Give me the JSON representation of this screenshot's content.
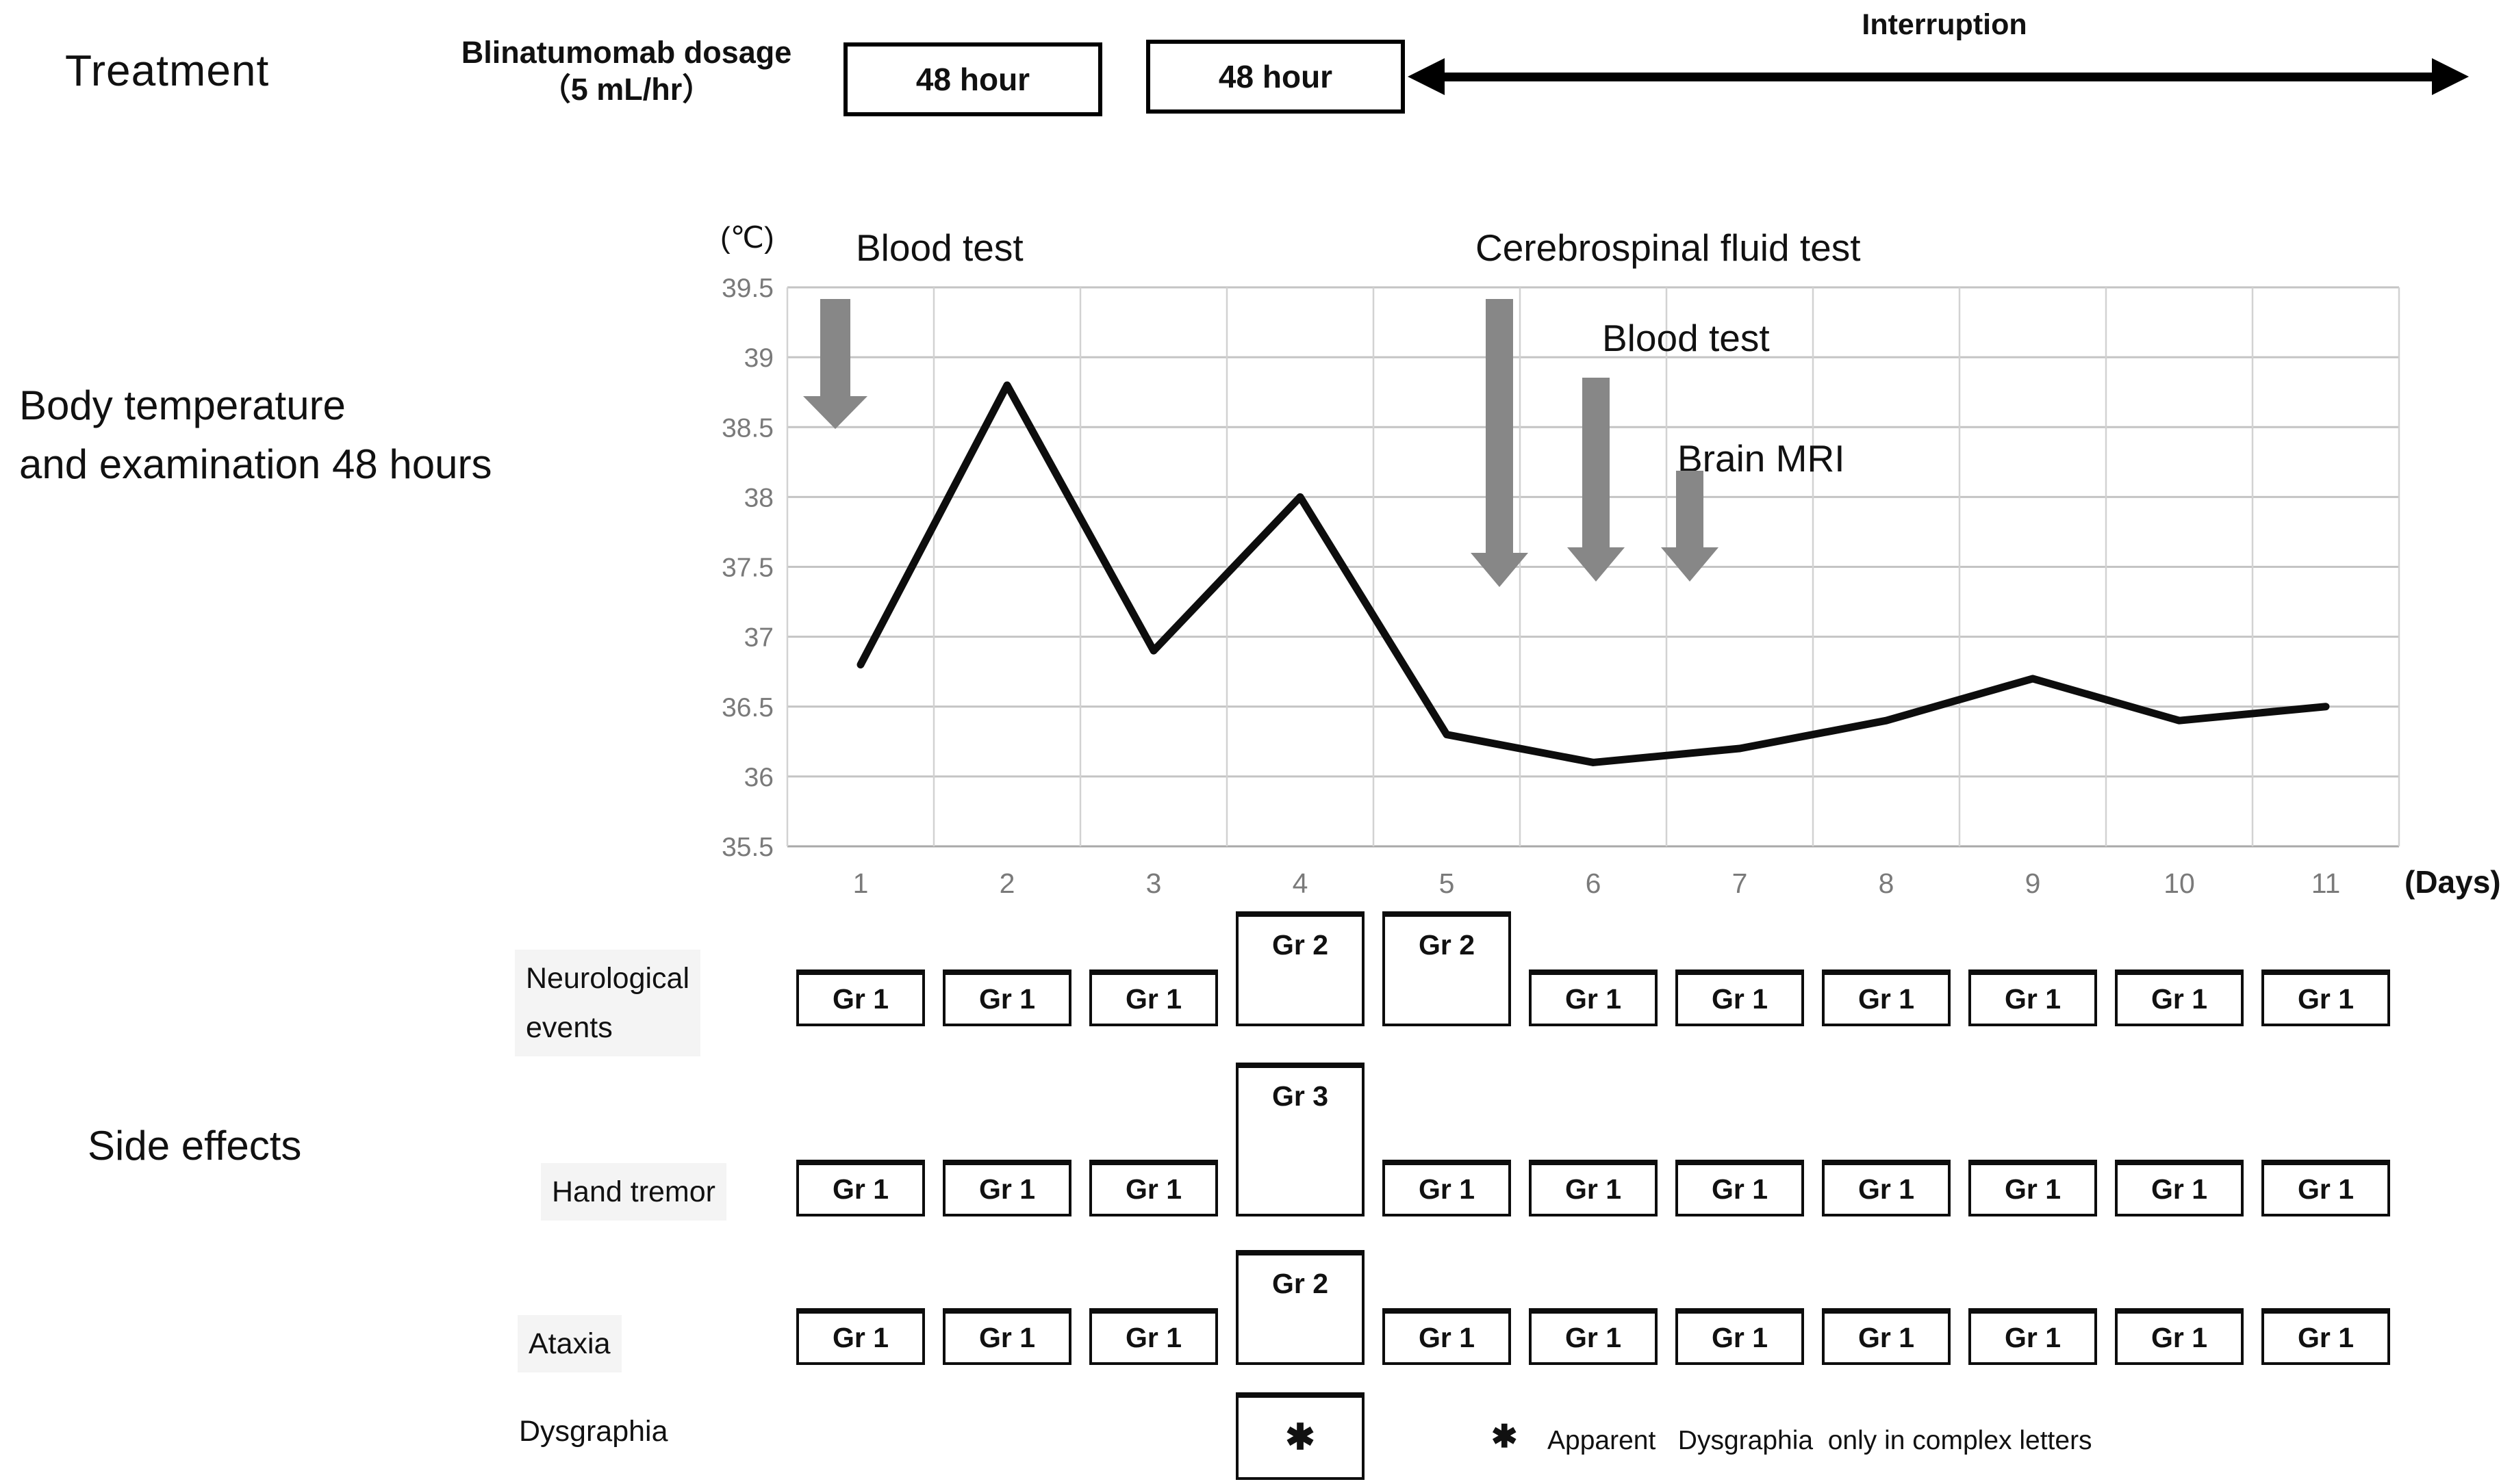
{
  "treatment": {
    "section_label": "Treatment",
    "dosage_label_line1": "Blinatumomab dosage",
    "dosage_label_line2": "（5 mL/hr）",
    "infusion_blocks": [
      "48 hour",
      "48 hour"
    ],
    "interruption_label": "Interruption"
  },
  "chart_section": {
    "left_label_line1": "Body temperature",
    "left_label_line2": "and examination 48 hours",
    "y_unit": "(℃)",
    "x_unit": "(Days)",
    "annotations": [
      {
        "label": "Blood test",
        "day": 1
      },
      {
        "label": "Cerebrospinal fluid test",
        "day": 5.4
      },
      {
        "label": "Blood test",
        "day": 6
      },
      {
        "label": "Brain MRI",
        "day": 6.7
      }
    ],
    "arrow_color": "#878787"
  },
  "chart_data": {
    "type": "line",
    "title": "Body temperature over treatment days",
    "x": [
      1,
      2,
      3,
      4,
      5,
      6,
      7,
      8,
      9,
      10,
      11
    ],
    "series": [
      {
        "name": "Body temperature (℃)",
        "values": [
          36.8,
          38.8,
          36.9,
          38.0,
          36.3,
          36.1,
          36.2,
          36.4,
          36.7,
          36.4,
          36.5
        ]
      }
    ],
    "xlabel": "(Days)",
    "ylabel": "(℃)",
    "ylim": [
      35.5,
      39.5
    ],
    "ytick_step": 0.5,
    "yticks": [
      39.5,
      39,
      38.5,
      38,
      37.5,
      37,
      36.5,
      36,
      35.5
    ],
    "xticks": [
      1,
      2,
      3,
      4,
      5,
      6,
      7,
      8,
      9,
      10,
      11
    ],
    "grid": true,
    "legend_position": "none",
    "line_color": "#0d0d0d",
    "grid_color": "#c4c4c4",
    "tick_label_color": "#7a7a7a"
  },
  "side_effects": {
    "section_label": "Side effects",
    "rows": [
      {
        "label_lines": [
          "Neurological",
          "events"
        ],
        "cells": [
          {
            "day": 1,
            "grade": "Gr 1"
          },
          {
            "day": 2,
            "grade": "Gr 1"
          },
          {
            "day": 3,
            "grade": "Gr 1"
          },
          {
            "day": 4,
            "grade": "Gr 2"
          },
          {
            "day": 5,
            "grade": "Gr 2"
          },
          {
            "day": 6,
            "grade": "Gr 1"
          },
          {
            "day": 7,
            "grade": "Gr 1"
          },
          {
            "day": 8,
            "grade": "Gr 1"
          },
          {
            "day": 9,
            "grade": "Gr 1"
          },
          {
            "day": 10,
            "grade": "Gr 1"
          },
          {
            "day": 11,
            "grade": "Gr 1"
          }
        ]
      },
      {
        "label_lines": [
          "Hand tremor"
        ],
        "cells": [
          {
            "day": 1,
            "grade": "Gr 1"
          },
          {
            "day": 2,
            "grade": "Gr 1"
          },
          {
            "day": 3,
            "grade": "Gr 1"
          },
          {
            "day": 4,
            "grade": "Gr 3"
          },
          {
            "day": 5,
            "grade": "Gr 1"
          },
          {
            "day": 6,
            "grade": "Gr 1"
          },
          {
            "day": 7,
            "grade": "Gr 1"
          },
          {
            "day": 8,
            "grade": "Gr 1"
          },
          {
            "day": 9,
            "grade": "Gr 1"
          },
          {
            "day": 10,
            "grade": "Gr 1"
          },
          {
            "day": 11,
            "grade": "Gr 1"
          }
        ]
      },
      {
        "label_lines": [
          "Ataxia"
        ],
        "cells": [
          {
            "day": 1,
            "grade": "Gr 1"
          },
          {
            "day": 2,
            "grade": "Gr 1"
          },
          {
            "day": 3,
            "grade": "Gr 1"
          },
          {
            "day": 4,
            "grade": "Gr 2"
          },
          {
            "day": 5,
            "grade": "Gr 1"
          },
          {
            "day": 6,
            "grade": "Gr 1"
          },
          {
            "day": 7,
            "grade": "Gr 1"
          },
          {
            "day": 8,
            "grade": "Gr 1"
          },
          {
            "day": 9,
            "grade": "Gr 1"
          },
          {
            "day": 10,
            "grade": "Gr 1"
          },
          {
            "day": 11,
            "grade": "Gr 1"
          }
        ]
      },
      {
        "label_lines": [
          "Dysgraphia"
        ],
        "cells": [
          {
            "day": 4,
            "grade": "✱"
          }
        ]
      }
    ],
    "footnote_symbol": "✱",
    "footnote_text": "Apparent   Dysgraphia  only in complex letters"
  }
}
